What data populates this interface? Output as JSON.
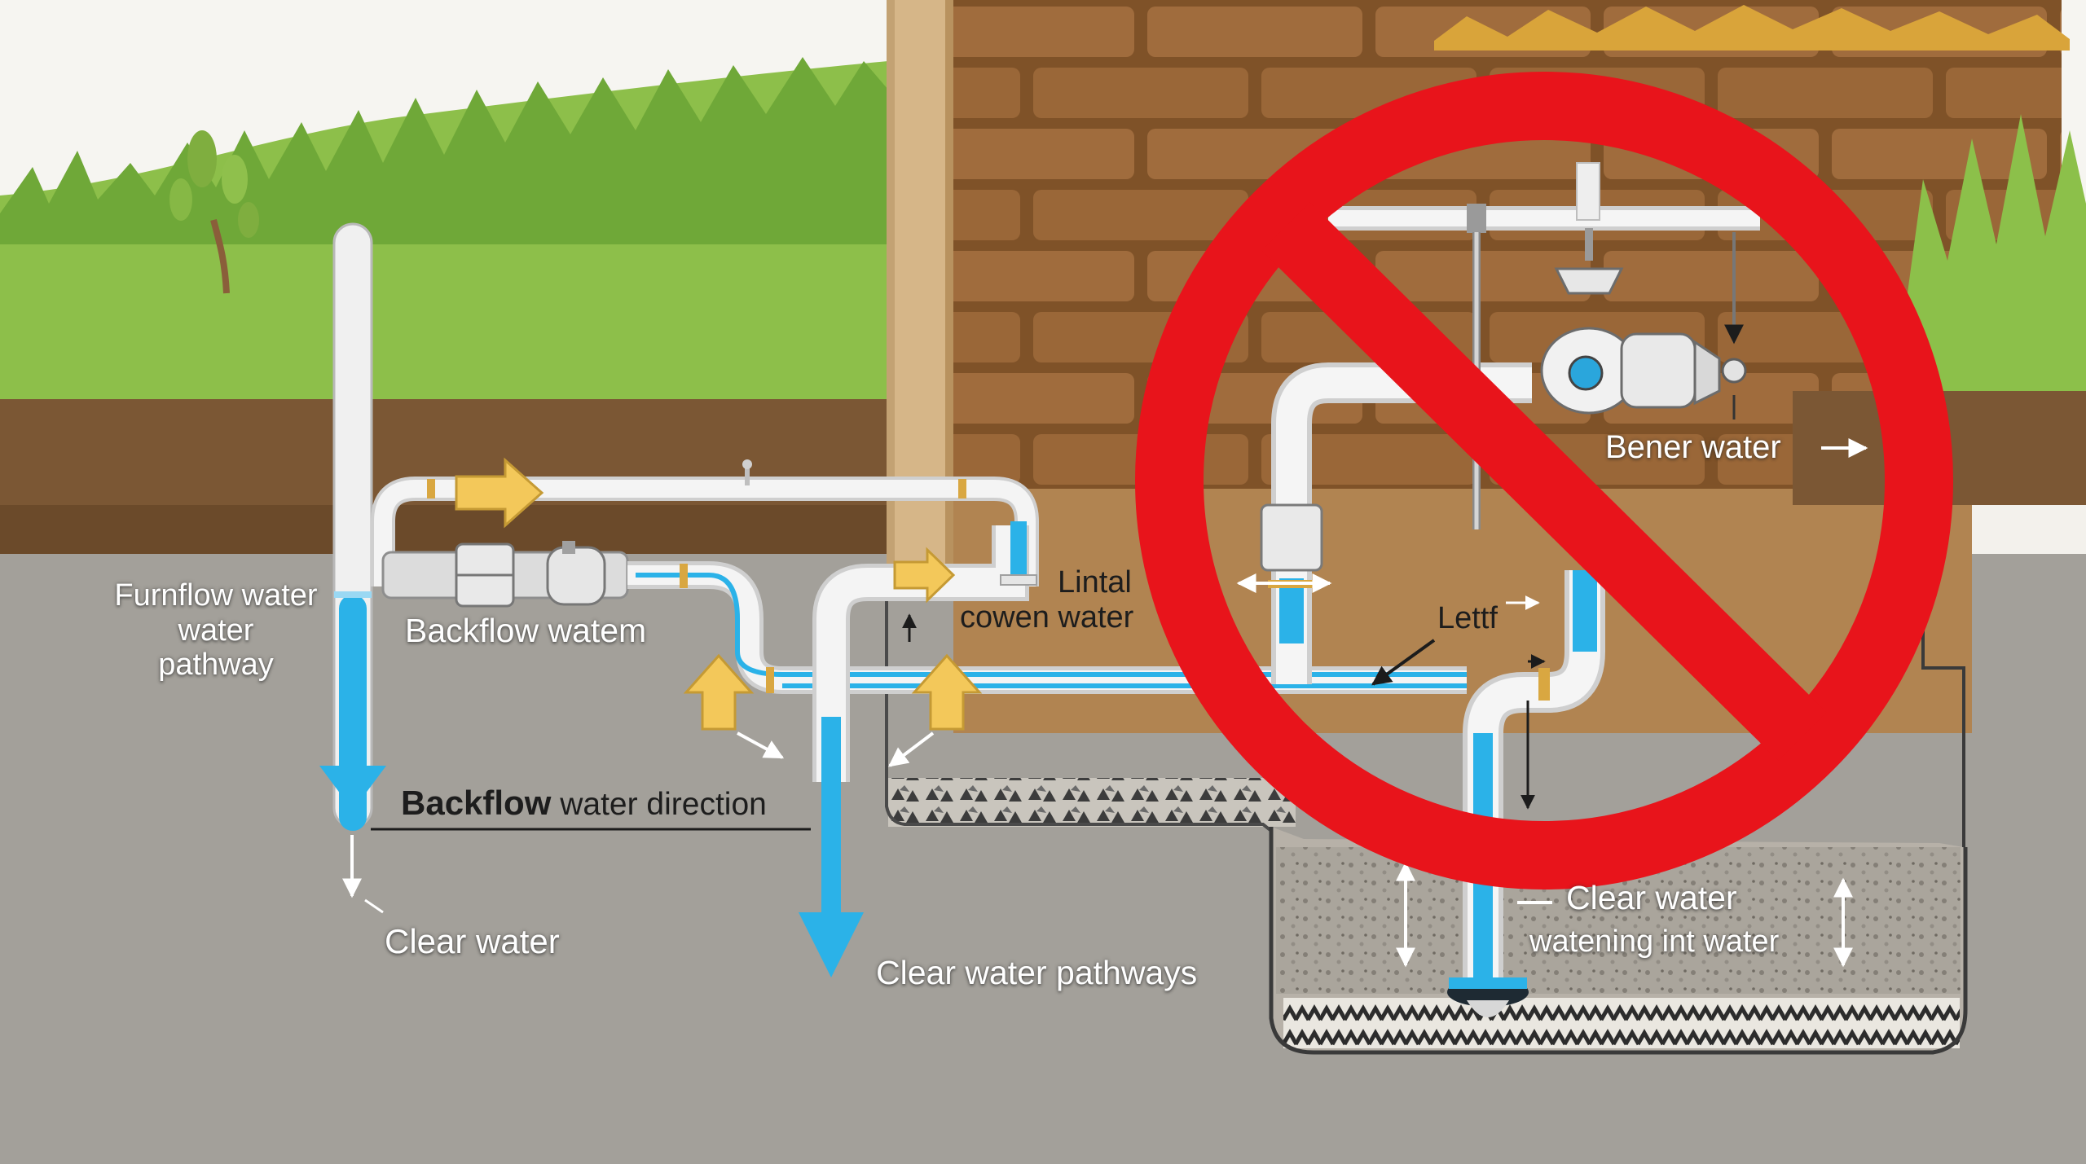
{
  "labels": {
    "furnflow": [
      "Furnflow water",
      "water",
      "pathway"
    ],
    "backflow_watem": "Backflow watem",
    "backflow_direction_bold": "Backflow",
    "backflow_direction_rest": " water direction",
    "clear_water_left": "Clear water",
    "clear_water_pathways": "Clear water pathways",
    "lintal": [
      "Lintal",
      "cowen water"
    ],
    "lettf": "Lettf",
    "bener_water": "Bener water",
    "clear_water_right": "Clear water",
    "watening": "watening int water"
  },
  "colors": {
    "sky": "#f6f5f1",
    "grass": "#8cc04a",
    "topsoil": "#7e5a37",
    "ground": "#a5a19b",
    "brick": "#9c6a3c",
    "mortar": "#7e5128",
    "beam": "#d9b98c",
    "pipe": "#eeeeee",
    "water": "#2cb3ea",
    "flow_arrow": "#f3c85a",
    "prohibit": "#e8141b"
  },
  "icons": [
    "prohibition-icon",
    "flow-arrow-icon",
    "down-arrow-icon"
  ]
}
